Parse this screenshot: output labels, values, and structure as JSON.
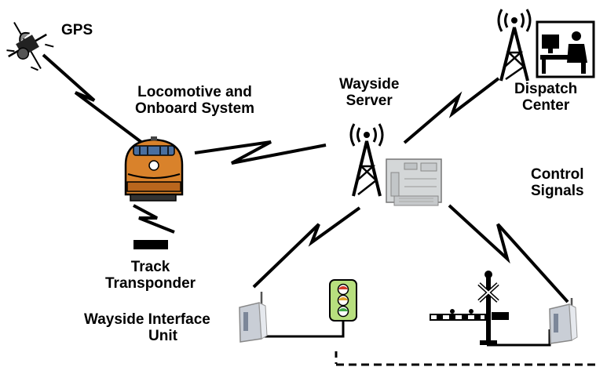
{
  "labels": {
    "gps": "GPS",
    "locomotive": [
      "Locomotive and",
      "Onboard System"
    ],
    "wayside_server": [
      "Wayside",
      "Server"
    ],
    "dispatch": [
      "Dispatch",
      "Center"
    ],
    "control_signals": [
      "Control",
      "Signals"
    ],
    "track_transponder": [
      "Track",
      "Transponder"
    ],
    "wiu": [
      "Wayside Interface",
      "Unit"
    ]
  },
  "icons": [
    "satellite-icon",
    "locomotive-icon",
    "radio-tower-icon",
    "server-cabinet-icon",
    "dispatcher-workstation-icon",
    "track-transponder-icon",
    "wireless-router-icon",
    "traffic-signal-icon",
    "railroad-crossing-gate-icon"
  ],
  "colors": {
    "line": "#000000",
    "locomotive_body": "#d9822b",
    "locomotive_windows": "#4a6fa0",
    "server": "#d4d7d8",
    "signal_red": "#d23a2a",
    "signal_green": "#3fa845",
    "router": "#c9ced6"
  }
}
